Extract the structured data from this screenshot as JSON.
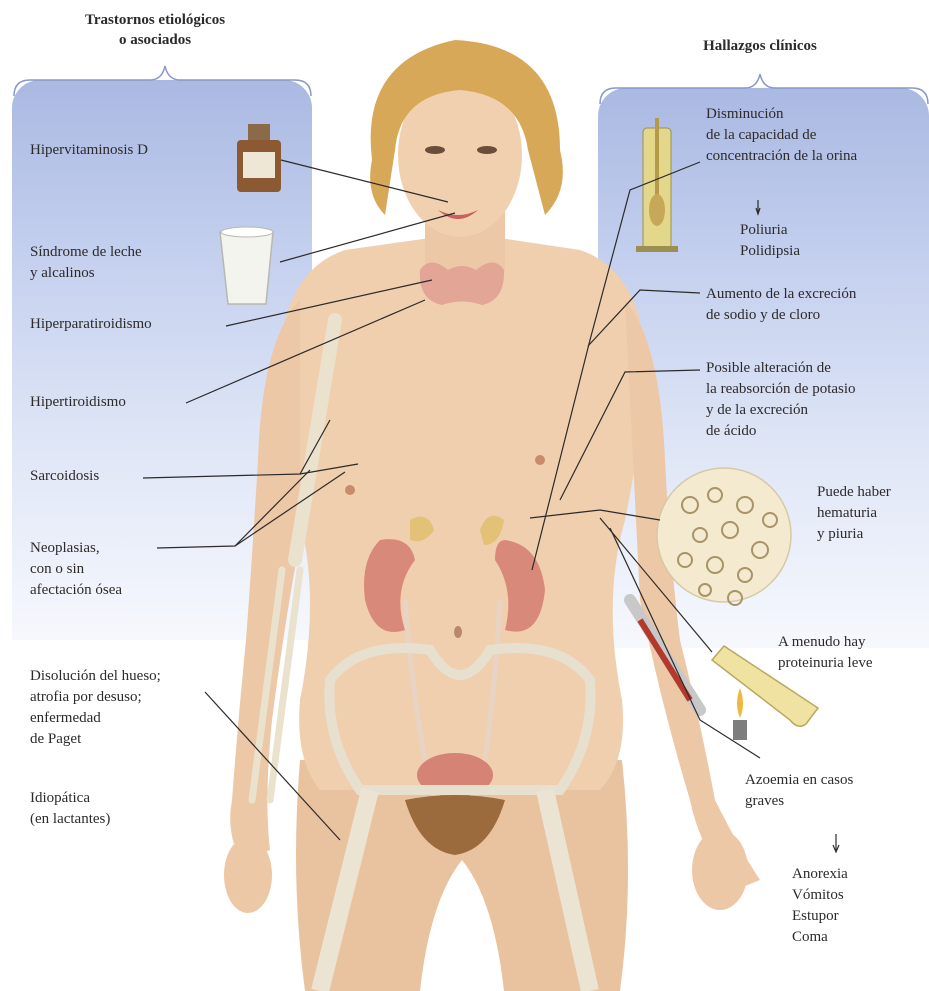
{
  "left_heading": [
    "Trastornos etiológicos",
    "o asociados"
  ],
  "right_heading": "Hallazgos clínicos",
  "left_labels": {
    "hipervitaminosis": "Hipervitaminosis D",
    "sindrome_leche": [
      "Síndrome de leche",
      "y alcalinos"
    ],
    "hiperparatiroidismo": "Hiperparatiroidismo",
    "hipertiroidismo": "Hipertiroidismo",
    "sarcoidosis": "Sarcoidosis",
    "neoplasias": [
      "Neoplasias,",
      "con o sin",
      "afectación ósea"
    ],
    "disolucion": [
      "Disolución del hueso;",
      "atrofia por desuso;",
      "enfermedad",
      "de Paget"
    ],
    "idiopatica": [
      "Idiopática",
      "(en lactantes)"
    ]
  },
  "right_labels": {
    "disminucion": [
      "Disminución",
      "de la capacidad de",
      "concentración de la orina"
    ],
    "poliuria": [
      "Poliuria",
      "Polidipsia"
    ],
    "aumento": [
      "Aumento de la excreción",
      "de sodio y de cloro"
    ],
    "posible": [
      "Posible alteración de",
      "la reabsorción de potasio",
      "y de la excreción",
      "de ácido"
    ],
    "hematuria": [
      "Puede haber",
      "hematuria",
      "y piuria"
    ],
    "proteinuria": [
      "A menudo hay",
      "proteinuria leve"
    ],
    "azoemia": [
      "Azoemia en casos",
      "graves"
    ],
    "anorexia": [
      "Anorexia",
      "Vómitos",
      "Estupor",
      "Coma"
    ]
  }
}
